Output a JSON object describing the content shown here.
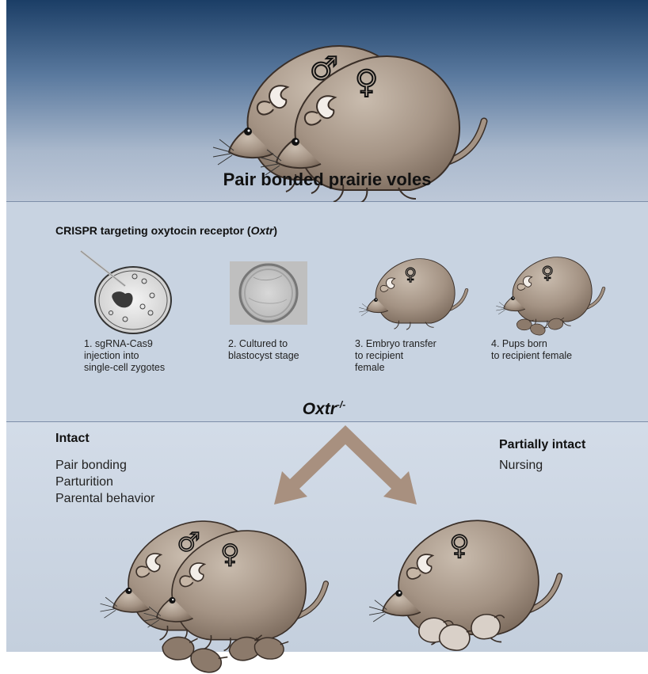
{
  "top": {
    "title": "Pair bonded prairie voles",
    "male_symbol": "♂",
    "female_symbol": "♀"
  },
  "middle": {
    "heading_prefix": "CRISPR targeting oxytocin receptor (",
    "heading_gene": "Oxtr",
    "heading_suffix": ")",
    "steps": [
      {
        "line1": "1. sgRNA-Cas9",
        "line2": "injection into",
        "line3": "single-cell zygotes"
      },
      {
        "line1": "2. Cultured to",
        "line2": "blastocyst stage",
        "line3": ""
      },
      {
        "line1": "3. Embryo transfer",
        "line2": "to recipient",
        "line3": "female"
      },
      {
        "line1": "4. Pups born",
        "line2": "to recipient female",
        "line3": ""
      }
    ]
  },
  "genotype": {
    "gene": "Oxtr",
    "superscript": "-/-"
  },
  "bottom": {
    "intact": {
      "title": "Intact",
      "items": [
        "Pair bonding",
        "Parturition",
        "Parental behavior"
      ]
    },
    "partial": {
      "title": "Partially intact",
      "items": [
        "Nursing"
      ]
    }
  },
  "colors": {
    "vole_body": "#a49384",
    "vole_outline": "#3a2f28",
    "arrow": "#a8907f",
    "top_dark": "#1b3e66",
    "panel_mid": "#c8d3e1"
  }
}
